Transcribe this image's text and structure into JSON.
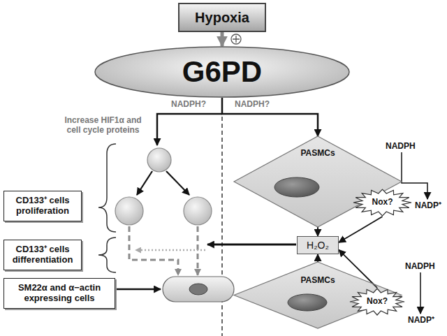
{
  "diagram": {
    "nodes": [
      {
        "text": [
          "Hypoxia"
        ]
      },
      {
        "text": [
          "G6PD"
        ]
      },
      {
        "text": [
          "CD133⁺ cells proliferation"
        ]
      },
      {
        "text": [
          "CD133⁺ cells differentiation"
        ]
      },
      {
        "text": [
          "SM22α and α−actin expressing cells"
        ]
      },
      {
        "text": [
          "PASMCs"
        ]
      },
      {
        "text": [
          "Nox?"
        ],
        "in": 5
      },
      {
        "text": [
          "H₂O₂"
        ]
      },
      {
        "text": [
          "PASMCs"
        ]
      },
      {
        "text": [
          "Nox?"
        ],
        "in": 8
      }
    ],
    "edges": [
      {
        "from": 0,
        "to": 1,
        "arrow": "to"
      },
      {
        "from": 1,
        "to": 5,
        "arrow": "to",
        "label": "NADPH?"
      },
      {
        "from": 5,
        "to": 7,
        "arrow": "to"
      },
      {
        "from": 6,
        "to": 7,
        "arrow": "to"
      },
      {
        "from": 8,
        "to": 7,
        "arrow": "to"
      },
      {
        "from": 9,
        "to": 7,
        "arrow": "to"
      }
    ],
    "labels": [
      "NADPH?",
      "Increase HIF1α and cell cycle proteins",
      "NADPH",
      "NADP⁺",
      "NADPH",
      "NADP⁺"
    ]
  }
}
